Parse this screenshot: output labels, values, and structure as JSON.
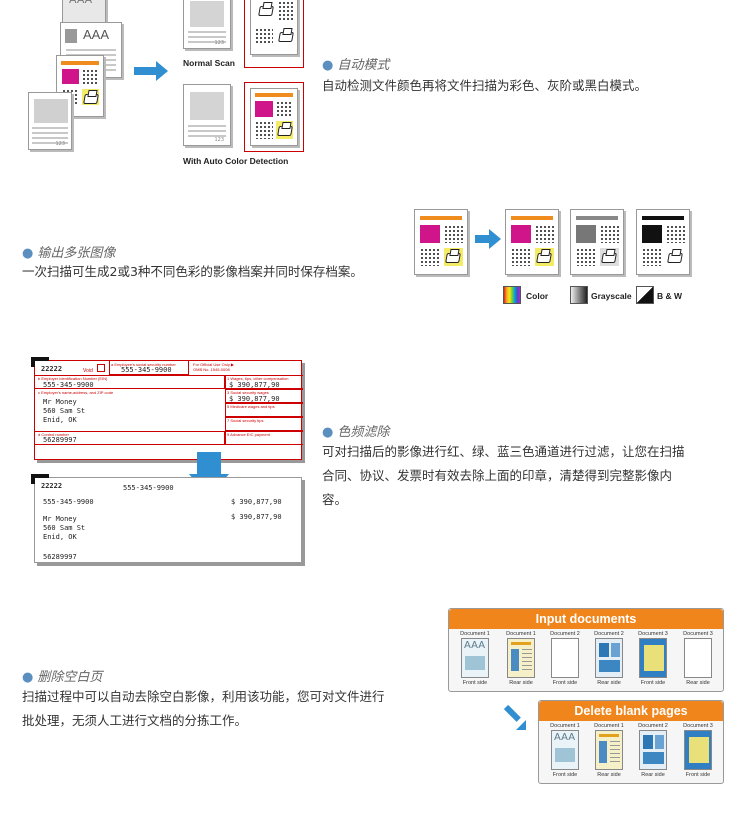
{
  "section1": {
    "heading": "自动模式",
    "description": "自动检测文件颜色再将文件扫描为彩色、灰阶或黑白模式。",
    "fig": {
      "page_text": "AAA",
      "caption_normal": "Normal Scan",
      "caption_auto": "With Auto Color Detection",
      "page_no": "123"
    }
  },
  "section2": {
    "heading": "输出多张图像",
    "description": "一次扫描可生成2或3种不同色彩的影像档案并同时保存档案。",
    "legend": {
      "color": "Color",
      "grayscale": "Grayscale",
      "bw": "B & W"
    }
  },
  "section3": {
    "heading": "色频滤除",
    "description_line1": "可对扫描后的影像进行红、绿、蓝三色通道进行过滤，让您在扫描",
    "description_line2": "合同、协议、发票时有效去除上面的印章，清楚得到完整影像内",
    "description_line3": "容。",
    "form": {
      "control": "22222",
      "void": "Void",
      "ssn_label": "a Employee's social security number",
      "ssn": "555-345-9900",
      "official_use": "For Official Use Only ▶",
      "omb": "OMB No. 1545-0008",
      "ein_label": "b Employer identification Number (EIN)",
      "ein": "555-345-9900",
      "wages_label": "1 Wages, tips, other compensation",
      "wages": "$ 390,877,90",
      "name_label": "c Employer's name,address, and ZIP code",
      "name1": "Mr Money",
      "name2": "560 Sam St",
      "name3": "Enid, OK",
      "ss_wages_label": "3 Social security wages",
      "ss_wages": "$ 390,877,90",
      "medicare_label": "5 Medicare wages and tips",
      "ss_tips_label": "7 Social security tips",
      "control_label": "d Control number",
      "control_no": "56289997",
      "eic_label": "9 Advance EIC payment"
    },
    "filtered": {
      "control": "22222",
      "ssn": "555-345-9900",
      "ein": "555-345-9900",
      "wages": "$ 390,877,90",
      "name1": "Mr Money",
      "name2": "560 Sam St",
      "name3": "Enid, OK",
      "ss_wages": "$ 390,877,90",
      "control_no": "56289997"
    }
  },
  "section4": {
    "heading": "删除空白页",
    "description_line1": "扫描过程中可以自动去除空白影像，利用该功能，您可对文件进行",
    "description_line2": "批处理，无须人工进行文档的分拣工作。",
    "input_title": "Input documents",
    "delete_title": "Delete blank pages",
    "input_docs": [
      {
        "title": "Document 1",
        "side": "Front side"
      },
      {
        "title": "Document 1",
        "side": "Rear side"
      },
      {
        "title": "Document 2",
        "side": "Front side"
      },
      {
        "title": "Document 2",
        "side": "Rear side"
      },
      {
        "title": "Document 3",
        "side": "Front side"
      },
      {
        "title": "Document 3",
        "side": "Rear side"
      }
    ],
    "output_docs": [
      {
        "title": "Document 1",
        "side": "Front side"
      },
      {
        "title": "Document 1",
        "side": "Rear side"
      },
      {
        "title": "Document 2",
        "side": "Rear side"
      },
      {
        "title": "Document 3",
        "side": "Front side"
      }
    ],
    "page_text": "AAA"
  },
  "colors": {
    "accent_orange": "#f0851c",
    "arrow_blue": "#2f8fd1",
    "stamp_red": "#cc0000"
  }
}
